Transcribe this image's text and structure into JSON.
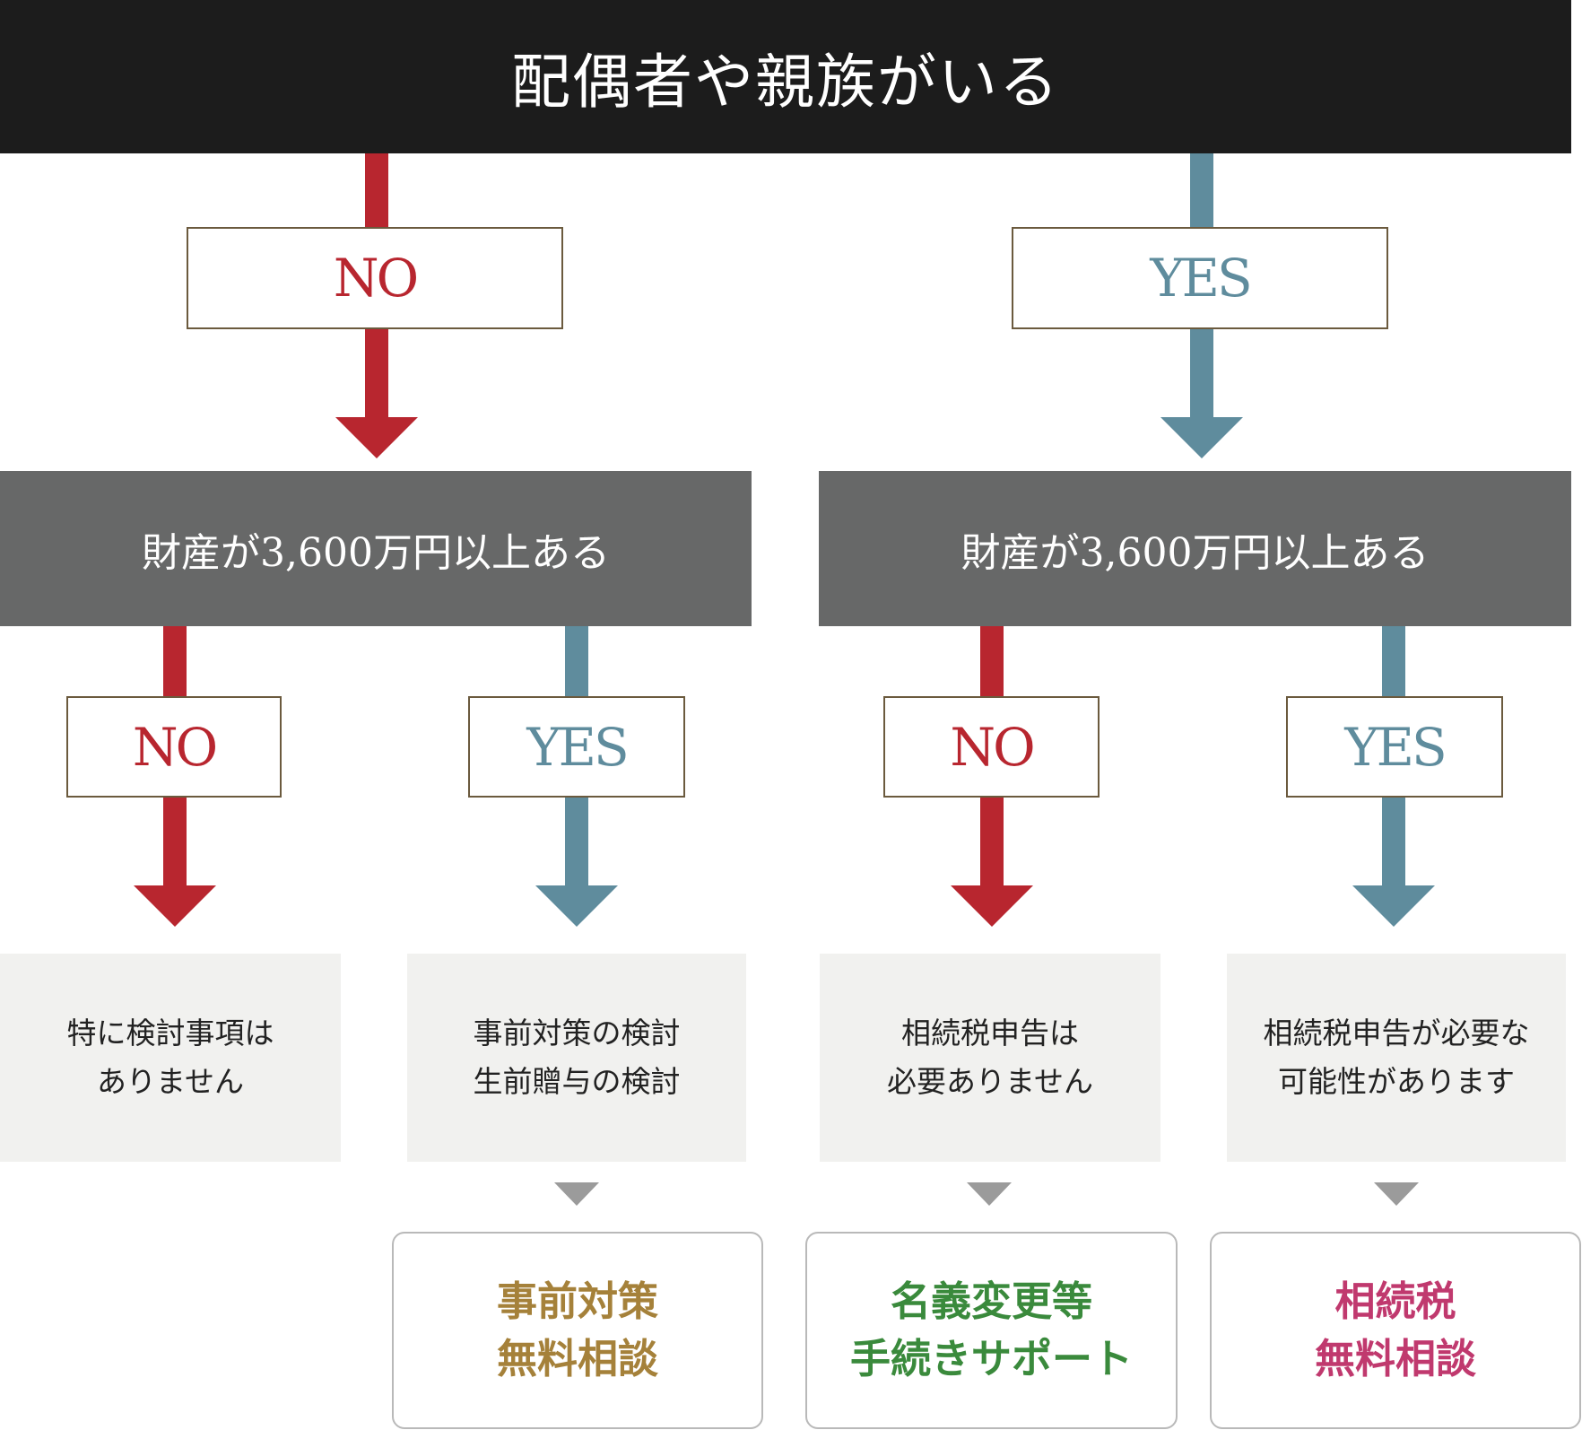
{
  "header": {
    "title": "配偶者や親族がいる"
  },
  "level1": {
    "no_label": "NO",
    "yes_label": "YES"
  },
  "conditions": {
    "left": "財産が3,600万円以上ある",
    "right": "財産が3,600万円以上ある"
  },
  "level2": {
    "labels": [
      "NO",
      "YES",
      "NO",
      "YES"
    ]
  },
  "results": [
    {
      "line1": "特に検討事項は",
      "line2": "ありません"
    },
    {
      "line1": "事前対策の検討",
      "line2": "生前贈与の検討"
    },
    {
      "line1": "相続税申告は",
      "line2": "必要ありません"
    },
    {
      "line1": "相続税申告が必要な",
      "line2": "可能性があります"
    }
  ],
  "cta": [
    {
      "line1": "事前対策",
      "line2": "無料相談",
      "color": "#a5813a"
    },
    {
      "line1": "名義変更等",
      "line2": "手続きサポート",
      "color": "#3a8a3c"
    },
    {
      "line1": "相続税",
      "line2": "無料相談",
      "color": "#c0396e"
    }
  ],
  "colors": {
    "no": "#b8262f",
    "yes": "#5f8c9d",
    "header_bg": "#1c1c1c",
    "condition_bg": "#676868",
    "result_bg": "#f1f1ef"
  }
}
